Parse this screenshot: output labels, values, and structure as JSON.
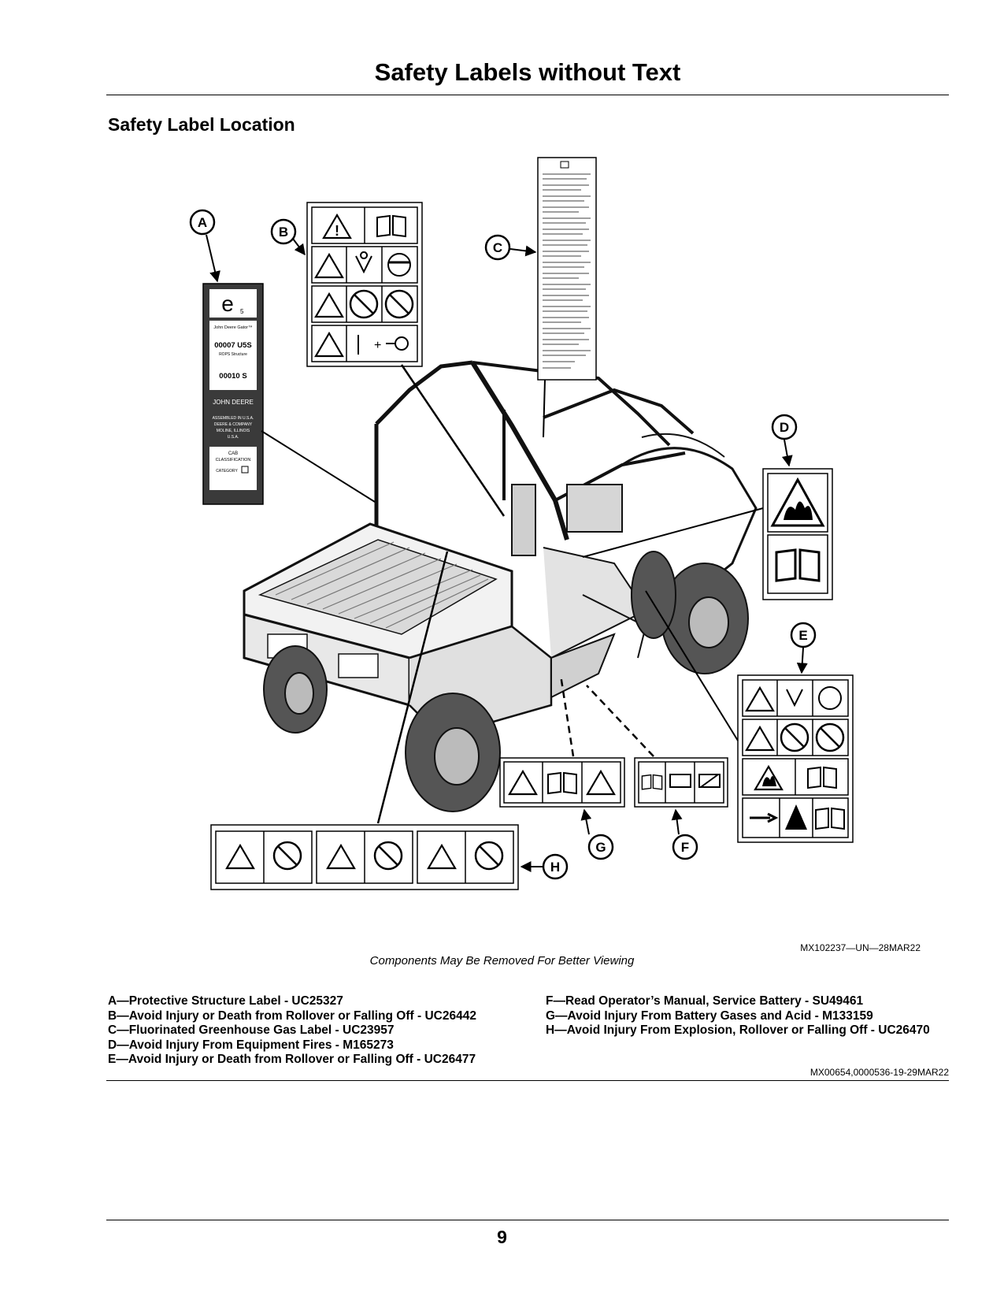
{
  "page": {
    "title": "Safety Labels without Text",
    "section": "Safety Label Location",
    "figure_id": "MX102237—UN—28MAR22",
    "caption": "Components May Be Removed For Better Viewing",
    "doc_id": "MX00654,0000536-19-29MAR22",
    "page_number": "9"
  },
  "callouts": {
    "a": "A",
    "b": "B",
    "c": "C",
    "d": "D",
    "e": "E",
    "f": "F",
    "g": "G",
    "h": "H"
  },
  "label_a_text": {
    "l1": "John Deere Gator™",
    "l2": "00007 U5S",
    "l3": "ROPS Structure",
    "l4": "00010 S",
    "l5": "JOHN DEERE",
    "l6": "ASSEMBLED IN U.S.A.",
    "l7": "DEERE & COMPANY",
    "l8": "MOLINE, ILLINOIS",
    "l9": "U.S.A.",
    "l10": "CAB",
    "l11": "CLASSIFICATION",
    "l12": "CATEGORY"
  },
  "legend": {
    "left": [
      "A—Protective Structure Label - UC25327",
      "B—Avoid Injury or Death from Rollover or Falling Off - UC26442",
      "C—Fluorinated Greenhouse Gas Label - UC23957",
      "D—Avoid Injury From Equipment Fires - M165273",
      "E—Avoid Injury or Death from Rollover or Falling Off - UC26477"
    ],
    "right": [
      "F—Read Operator’s Manual, Service Battery - SU49461",
      "G—Avoid Injury From Battery Gases and Acid - M133159",
      "H—Avoid Injury From Explosion, Rollover or Falling Off - UC26470"
    ]
  },
  "icons": [
    "warning-triangle-icon",
    "operators-manual-icon",
    "seatbelt-icon",
    "helmet-icon",
    "fire-icon",
    "battery-icon",
    "rollover-icon",
    "key-icon"
  ]
}
